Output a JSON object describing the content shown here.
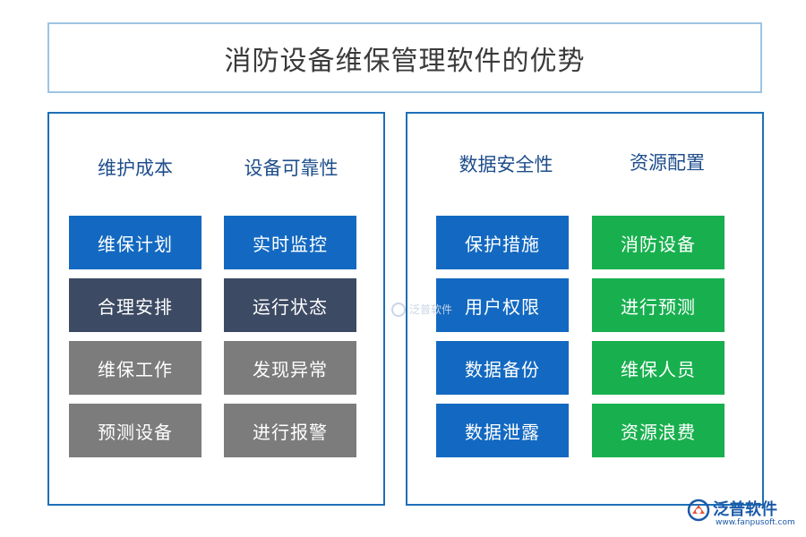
{
  "title": "消防设备维保管理软件的优势",
  "columns": [
    {
      "heading": "维护成本",
      "items": [
        "维保计划",
        "合理安排",
        "维保工作",
        "预测设备"
      ]
    },
    {
      "heading": "设备可靠性",
      "items": [
        "实时监控",
        "运行状态",
        "发现异常",
        "进行报警"
      ]
    },
    {
      "heading": "数据安全性",
      "items": [
        "保护措施",
        "用户权限",
        "数据备份",
        "数据泄露"
      ]
    },
    {
      "heading": "资源配置",
      "items": [
        "消防设备",
        "进行预测",
        "维保人员",
        "资源浪费"
      ]
    }
  ],
  "colors": {
    "blue": "#1369c1",
    "navy": "#3d4a63",
    "gray": "#7c7c7c",
    "green": "#18b04f",
    "heading": "#1f4e8c",
    "panel_border": "#1e6fb8"
  },
  "watermark": {
    "text": "泛普软件"
  },
  "brand": {
    "name": "泛普软件",
    "url": "www.fanpusoft.com",
    "logo_icon": "fanpu-logo-icon"
  }
}
